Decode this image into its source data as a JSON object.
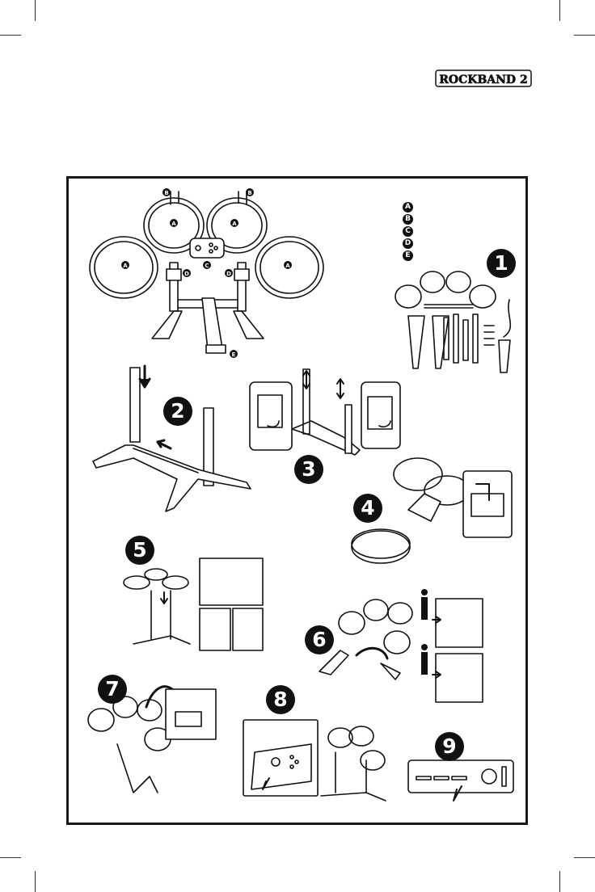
{
  "logo": {
    "text": "ROCKBAND 2"
  },
  "legend": [
    "A",
    "B",
    "C",
    "D",
    "E"
  ],
  "diagram_labels": {
    "pad": "A",
    "cymbal": "B",
    "controller": "C",
    "clamp": "D",
    "pedal": "E"
  },
  "steps": [
    "1",
    "2",
    "3",
    "4",
    "5",
    "6",
    "7",
    "8",
    "9"
  ]
}
